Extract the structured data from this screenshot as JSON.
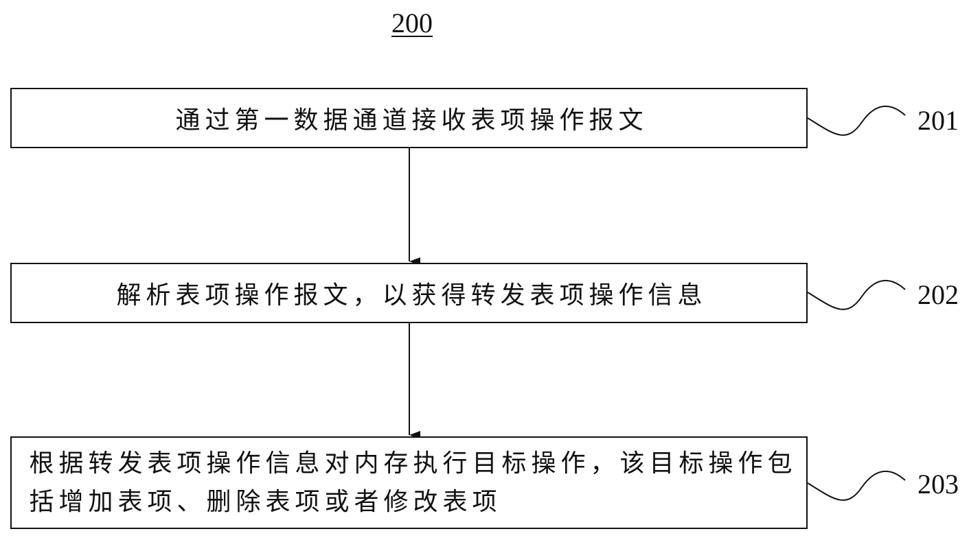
{
  "figure": {
    "number": "200"
  },
  "steps": [
    {
      "ref": "201",
      "text": "通过第一数据通道接收表项操作报文"
    },
    {
      "ref": "202",
      "text": "解析表项操作报文，以获得转发表项操作信息"
    },
    {
      "ref": "203",
      "text": "根据转发表项操作信息对内存执行目标操作，该目标操作包括增加表项、删除表项或者修改表项"
    }
  ]
}
